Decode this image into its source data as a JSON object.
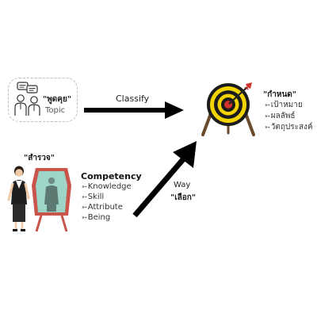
{
  "topic": {
    "title": "\"พูดคุย\"",
    "subtitle": "Topic"
  },
  "arrow_classify": {
    "label": "Classify"
  },
  "survey": {
    "title": "\"สำรวจ\""
  },
  "competency": {
    "title": "Competency",
    "items": [
      "Knowledge",
      "Skill",
      "Attribute",
      "Being"
    ]
  },
  "arrow_way": {
    "label": "Way",
    "sub_label": "\"เลือก\""
  },
  "goal": {
    "title": "\"กำหนด\"",
    "items": [
      "เป้าหมาย",
      "ผลลัพธ์",
      "วัตถุประสงค์"
    ]
  },
  "bullet_icon": "dart-arrow-icon",
  "colors": {
    "arrow": "#000000",
    "target_yellow": "#f2d400",
    "target_black": "#1b1b1b",
    "target_red": "#d4322c",
    "stand_wood": "#6b4a2b",
    "mirror_frame": "#c9554a",
    "mirror_glass": "#9fd4c9"
  }
}
